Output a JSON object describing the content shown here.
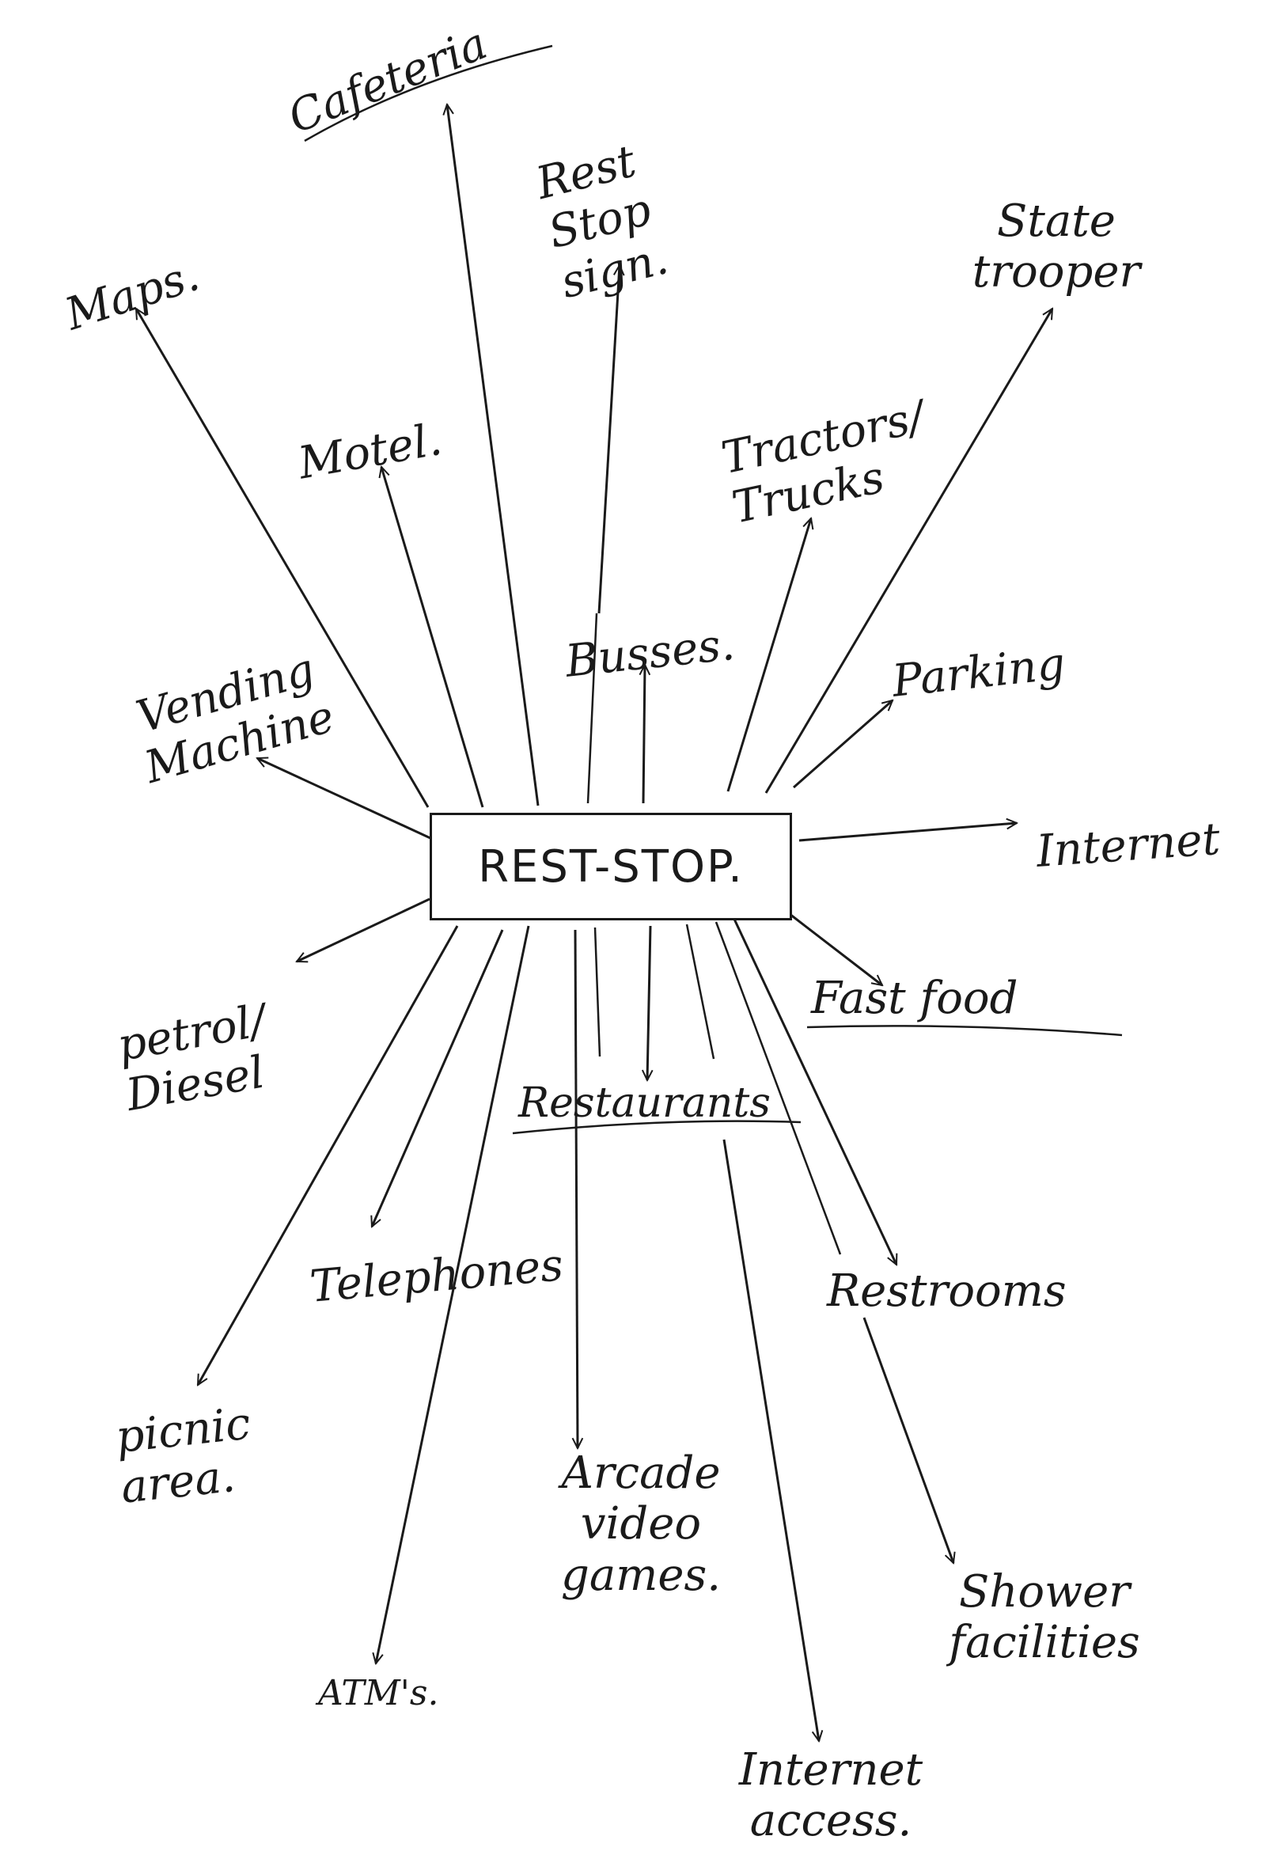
{
  "center": {
    "label": "REST-STOP."
  },
  "nodes": {
    "cafeteria": "Cafeteria",
    "rest_stop_sign": "Rest Stop sign.",
    "maps": "Maps.",
    "state_trooper": "State trooper",
    "motel": "Motel.",
    "tractors_trucks": "Tractors/ Trucks",
    "busses": "Busses.",
    "vending_machine": "Vending Machine",
    "parking": "Parking",
    "internet": "Internet",
    "petrol_diesel": "petrol/ Diesel",
    "fast_food": "Fast food",
    "restaurants": "Restaurants",
    "telephones": "Telephones",
    "restrooms": "Restrooms",
    "picnic_area": "picnic area.",
    "arcade_video_games": "Arcade video games.",
    "shower_facilities": "Shower facilities",
    "atms": "ATM's.",
    "internet_access": "Internet access."
  }
}
